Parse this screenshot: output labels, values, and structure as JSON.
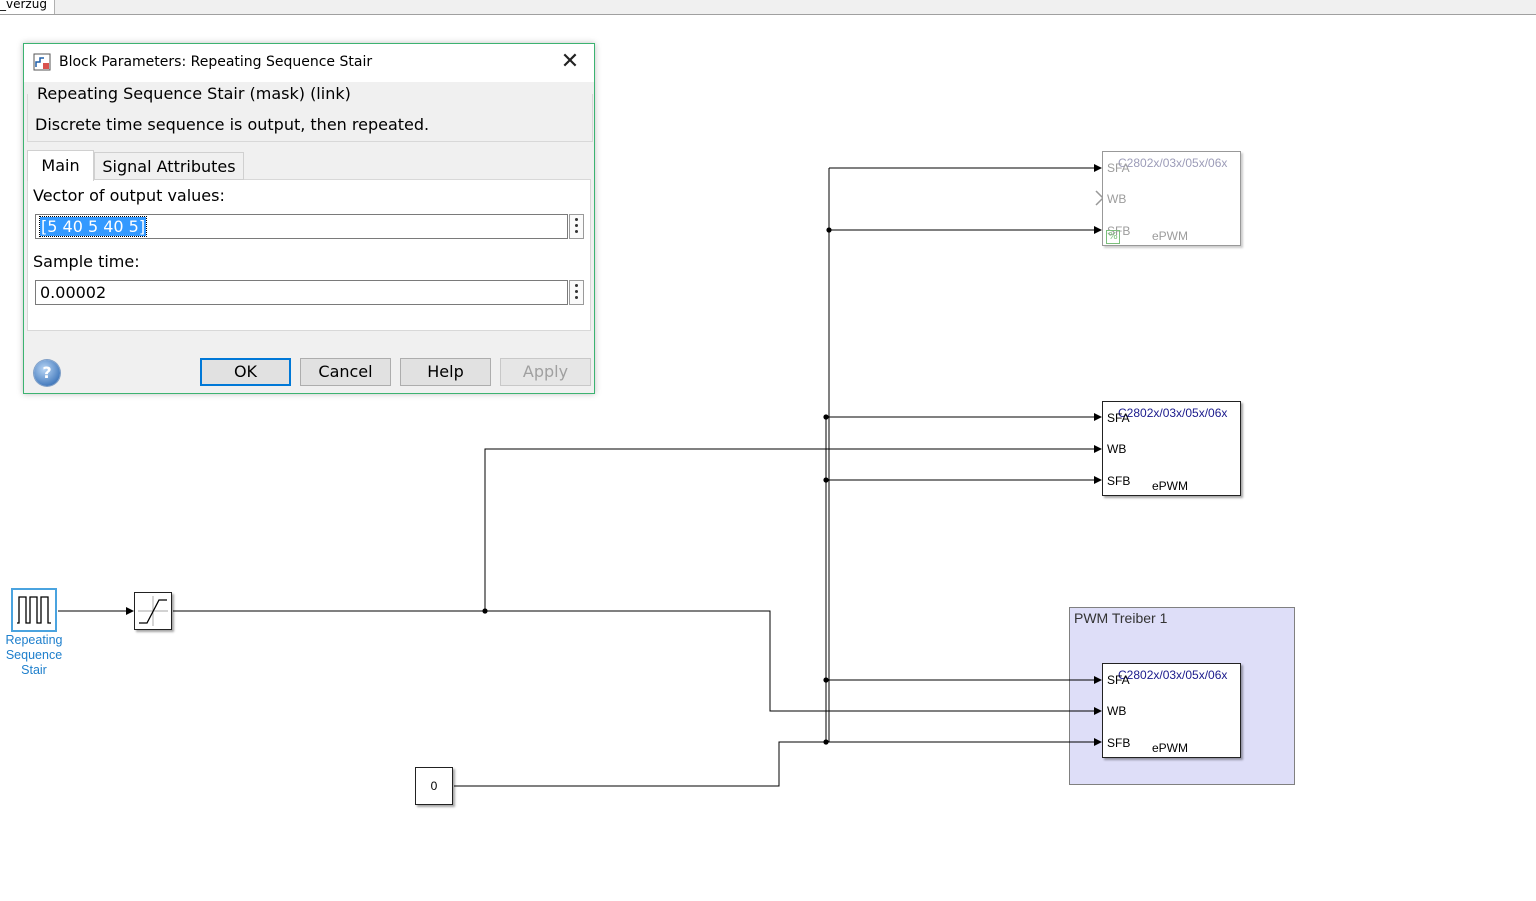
{
  "window": {
    "tab_fragment": "_verzug"
  },
  "dialog": {
    "title": "Block Parameters: Repeating Sequence Stair",
    "close_symbol": "✕",
    "heading": "Repeating Sequence Stair (mask) (link)",
    "description": "Discrete time sequence is output, then repeated.",
    "tabs": [
      {
        "label": "Main",
        "active": true
      },
      {
        "label": "Signal Attributes",
        "active": false
      }
    ],
    "params": {
      "vector_label": "Vector of output values:",
      "vector_value": "[5 40 5 40 5]",
      "sample_label": "Sample time:",
      "sample_value": "0.00002"
    },
    "buttons": {
      "ok": "OK",
      "cancel": "Cancel",
      "help": "Help",
      "apply": "Apply",
      "help_icon": "?"
    }
  },
  "model": {
    "rss_block": {
      "label_lines": [
        "Repeating",
        "Sequence",
        "Stair"
      ]
    },
    "constant_block": {
      "value": "0"
    },
    "subsystem": {
      "label": "PWM Treiber 1"
    },
    "epwm_blocks": [
      {
        "header": "C2802x/03x/05x/06x",
        "ports": [
          "SFA",
          "WB",
          "SFB"
        ],
        "name": "ePWM",
        "faded": true
      },
      {
        "header": "C2802x/03x/05x/06x",
        "ports": [
          "SFA",
          "WB",
          "SFB"
        ],
        "name": "ePWM",
        "faded": false
      },
      {
        "header": "C2802x/03x/05x/06x",
        "ports": [
          "SFA",
          "WB",
          "SFB"
        ],
        "name": "ePWM",
        "faded": false
      }
    ],
    "colors": {
      "selected_block": "#4aa3df",
      "subsystem_fill": "#dedef8",
      "faded_text": "#9c9cb8",
      "header_text": "#1a1a8c",
      "dialog_border": "#3cb371"
    }
  }
}
